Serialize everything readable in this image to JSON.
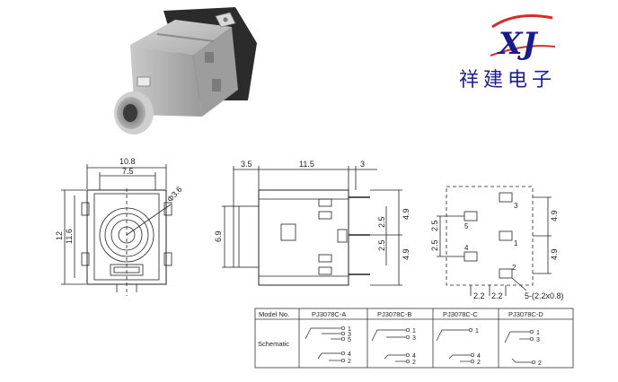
{
  "brand": {
    "logo_letters": "XJ",
    "company_name": "祥建电子"
  },
  "front_view": {
    "dim_width": "10.8",
    "dim_inner_width": "7.5",
    "dim_height": "12",
    "dim_inner_height": "11.6",
    "dim_hole": "Φ3.6"
  },
  "side_view": {
    "dim_left": "3.5",
    "dim_body": "11.5",
    "dim_pin_offset": "3",
    "dim_barrel": "6.9",
    "dim_pin_a": "2.5",
    "dim_pin_b": "2.5",
    "dim_total_a": "4.9",
    "dim_total_b": "4.9"
  },
  "pcb_layout": {
    "dim_col_a": "2.5",
    "dim_col_b": "2.5",
    "dim_row_a": "4.9",
    "dim_row_b": "4.9",
    "dim_bottom_a": "2.2",
    "dim_bottom_b": "2.2",
    "dim_slot": "5-(2.2x0.8)",
    "pin_labels": [
      "3",
      "5",
      "1",
      "4",
      "2"
    ]
  },
  "model_table": {
    "header_label": "Model No.",
    "row_label": "Schematic",
    "models": [
      "PJ3078C-A",
      "PJ3078C-B",
      "PJ3078C-C",
      "PJ3078C-D"
    ],
    "schematics": [
      [
        "1",
        "3",
        "5",
        "4",
        "2"
      ],
      [
        "1",
        "3",
        "4",
        "2"
      ],
      [
        "1",
        "4",
        "2"
      ],
      [
        "1",
        "3",
        "2"
      ]
    ]
  }
}
